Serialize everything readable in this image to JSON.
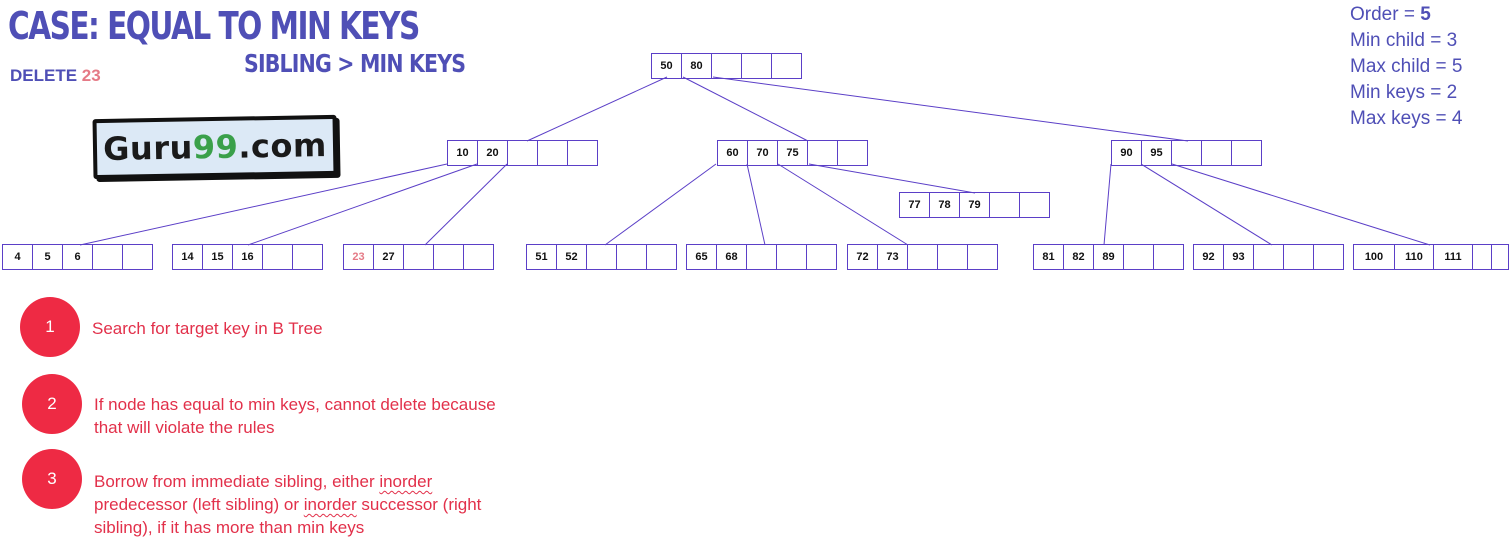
{
  "title": "CASE: EQUAL TO MIN KEYS",
  "subtitle": "SIBLING > MIN KEYS",
  "delete": {
    "label": "DELETE",
    "key": "23"
  },
  "logo": {
    "part1": "Guru",
    "part2": "99",
    "part3": ".com"
  },
  "info": {
    "order": {
      "label": "Order = ",
      "value": "5"
    },
    "lines": [
      "Min child = 3",
      "Max child = 5",
      "Min keys = 2",
      "Max keys = 4"
    ]
  },
  "tree": {
    "root": {
      "keys": [
        "50",
        "80",
        "",
        "",
        ""
      ]
    },
    "level1": [
      {
        "keys": [
          "10",
          "20",
          "",
          "",
          ""
        ]
      },
      {
        "keys": [
          "60",
          "70",
          "75",
          "",
          ""
        ]
      },
      {
        "keys": [
          "90",
          "95",
          "",
          "",
          ""
        ]
      }
    ],
    "extra": {
      "keys": [
        "77",
        "78",
        "79",
        "",
        ""
      ]
    },
    "leaves": [
      {
        "keys": [
          "4",
          "5",
          "6",
          "",
          ""
        ]
      },
      {
        "keys": [
          "14",
          "15",
          "16",
          "",
          ""
        ]
      },
      {
        "keys": [
          "23",
          "27",
          "",
          "",
          ""
        ],
        "highlight": "23"
      },
      {
        "keys": [
          "51",
          "52",
          "",
          "",
          ""
        ]
      },
      {
        "keys": [
          "65",
          "68",
          "",
          "",
          ""
        ]
      },
      {
        "keys": [
          "72",
          "73",
          "",
          "",
          ""
        ]
      },
      {
        "keys": [
          "81",
          "82",
          "89",
          "",
          ""
        ]
      },
      {
        "keys": [
          "92",
          "93",
          "",
          "",
          ""
        ]
      },
      {
        "keys": [
          "100",
          "110",
          "111",
          "",
          ""
        ]
      }
    ]
  },
  "steps": [
    {
      "number": "1",
      "text": "Search for target key in B Tree"
    },
    {
      "number": "2",
      "text": "If node has equal to min keys, cannot delete because that will violate the rules"
    },
    {
      "number": "3",
      "parts": [
        "Borrow from immediate sibling, either ",
        "inorder",
        " predecessor (left sibling) or ",
        "inorder",
        " successor (right sibling), if it has more than min keys"
      ]
    }
  ],
  "colors": {
    "title": "#4f4fb6",
    "node_border": "#5b3fc7",
    "edge": "#5b3fc7",
    "step_circle": "#ee2a44",
    "step_text": "#e2304a",
    "highlight_key": "#e57a86",
    "logo_bg": "#dce9f6",
    "logo_green": "#3aa04a"
  }
}
